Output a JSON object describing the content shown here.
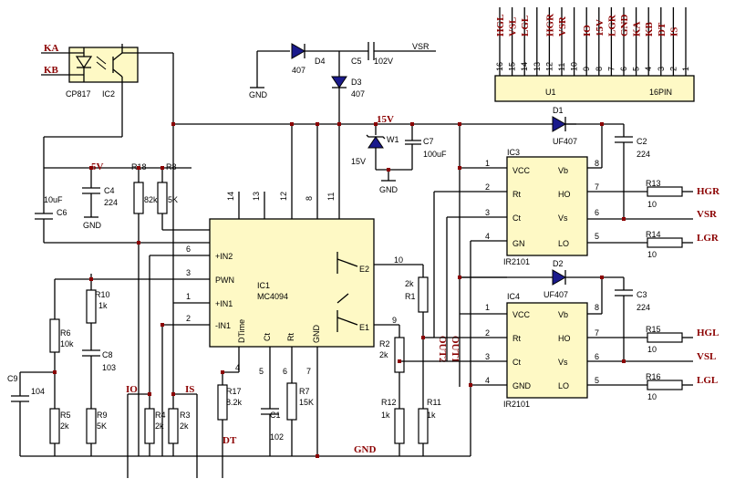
{
  "nets": {
    "ka": "KA",
    "kb": "KB",
    "v5": "5V",
    "v15": "15V",
    "io": "IO",
    "is": "IS",
    "dt": "DT",
    "gnd": "GND",
    "vsr": "VSR",
    "hgr": "HGR",
    "vsr2": "VSR",
    "lgr": "LGR",
    "hgl": "HGL",
    "vsl": "VSL",
    "lgl": "LGL",
    "out1": "OUT1",
    "out2": "OUT2"
  },
  "ic2": {
    "part": "CP817",
    "ref": "IC2"
  },
  "ic1": {
    "ref": "IC1",
    "part": "MC4094",
    "pins": {
      "pwn": "PWN",
      "in2p": "+IN2",
      "in1p": "+IN1",
      "in1n": "-IN1",
      "dtime": "DTime",
      "ct": "Ct",
      "rt": "Rt",
      "gnd": "GND",
      "e2": "E2",
      "e1": "E1"
    },
    "pin_nums": {
      "p3": "3",
      "p1": "1",
      "p2": "2",
      "p14": "14",
      "p13": "13",
      "p12": "12",
      "p8": "8",
      "p11": "11",
      "p10": "10",
      "p9": "9",
      "p4": "4",
      "p5": "5",
      "p6": "6",
      "p7": "7",
      "p6a": "6"
    }
  },
  "ic3": {
    "ref": "IC3",
    "part": "IR2101",
    "pins": {
      "vcc": "VCC",
      "rt": "Rt",
      "ct": "Ct",
      "gn": "GN",
      "vb": "Vb",
      "ho": "HO",
      "vs": "Vs",
      "lo": "LO"
    },
    "pin_nums": {
      "p1": "1",
      "p2": "2",
      "p3": "3",
      "p4": "4",
      "p8": "8",
      "p7": "7",
      "p6": "6",
      "p5": "5"
    }
  },
  "ic4": {
    "ref": "IC4",
    "part": "IR2101",
    "pins": {
      "vcc": "VCC",
      "rt": "Rt",
      "ct": "Ct",
      "gnd": "GND",
      "vb": "Vb",
      "ho": "HO",
      "vs": "Vs",
      "lo": "LO"
    },
    "pin_nums": {
      "p1": "1",
      "p2": "2",
      "p3": "3",
      "p4": "4",
      "p8": "8",
      "p7": "7",
      "p6": "6",
      "p5": "5"
    }
  },
  "u1": {
    "ref": "U1",
    "pins_label": "16PIN",
    "pin_names": [
      "HGL",
      "VSL",
      "LGL",
      "",
      "HGR",
      "VSR",
      "",
      "IO",
      "15V",
      "LGR",
      "GND",
      "KA",
      "KB",
      "DT",
      "IS"
    ],
    "pin_nums": [
      "16",
      "15",
      "14",
      "13",
      "12",
      "11",
      "10",
      "9",
      "8",
      "7",
      "6",
      "5",
      "4",
      "3",
      "2",
      "1"
    ]
  },
  "components": {
    "d4": "D4",
    "d4v": "407",
    "c5": "C5",
    "c5v": "102V",
    "d3": "D3",
    "d3v": "407",
    "w1": "W1",
    "w1v": "15V",
    "c7": "C7",
    "c7v": "100uF",
    "d1": "D1",
    "d1v": "UF407",
    "c2": "C2",
    "c2v": "224",
    "d2": "D2",
    "d2v": "UF407",
    "c3": "C3",
    "c3v": "224",
    "r13": "R13",
    "r13v": "10",
    "r14": "R14",
    "r14v": "10",
    "r15": "R15",
    "r15v": "10",
    "r16": "R16",
    "r16v": "10",
    "c6": "C6",
    "c6v": "10uF",
    "c4": "C4",
    "c4v": "224",
    "r18": "R18",
    "r18v": "82k",
    "r8": "R8",
    "r8v": "5K",
    "r10": "R10",
    "r10v": "1k",
    "r6": "R6",
    "r6v": "10k",
    "c8": "C8",
    "c8v": "103",
    "c9": "C9",
    "c9v": "104",
    "r5": "R5",
    "r5v": "2k",
    "r9": "R9",
    "r9v": "5K",
    "r4": "R4",
    "r4v": "2k",
    "r3": "R3",
    "r3v": "2k",
    "r17": "R17",
    "r17v": "8.2k",
    "c1": "C1",
    "c1v": "102",
    "r7": "R7",
    "r7v": "15K",
    "r1": "R1",
    "r1v": "2k",
    "r2": "R2",
    "r2v": "2k",
    "r12": "R12",
    "r12v": "1k",
    "r11": "R11",
    "r11v": "1k"
  }
}
